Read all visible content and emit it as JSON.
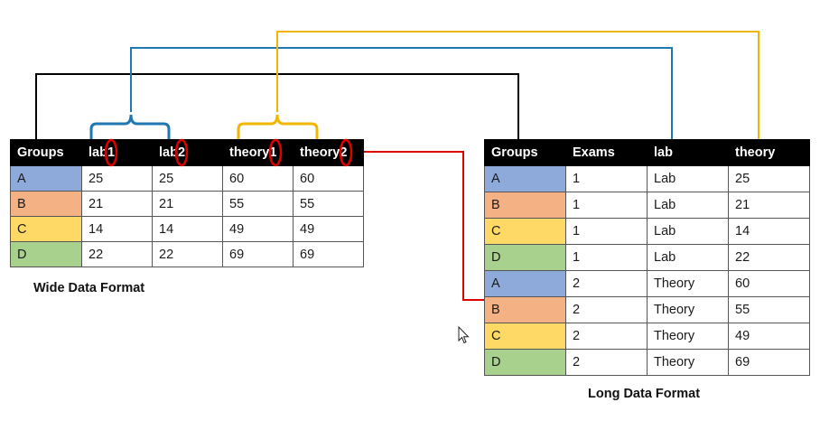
{
  "wide_table": {
    "headers": [
      "Groups",
      "lab1",
      "lab2",
      "theory1",
      "theory2"
    ],
    "rows": [
      [
        "A",
        "25",
        "25",
        "60",
        "60"
      ],
      [
        "B",
        "21",
        "21",
        "55",
        "55"
      ],
      [
        "C",
        "14",
        "14",
        "49",
        "49"
      ],
      [
        "D",
        "22",
        "22",
        "69",
        "69"
      ]
    ],
    "caption": "Wide Data Format"
  },
  "long_table": {
    "headers": [
      "Groups",
      "Exams",
      "lab",
      "theory"
    ],
    "rows": [
      [
        "A",
        "1",
        "Lab",
        "25"
      ],
      [
        "B",
        "1",
        "Lab",
        "21"
      ],
      [
        "C",
        "1",
        "Lab",
        "14"
      ],
      [
        "D",
        "1",
        "Lab",
        "22"
      ],
      [
        "A",
        "2",
        "Theory",
        "60"
      ],
      [
        "B",
        "2",
        "Theory",
        "55"
      ],
      [
        "C",
        "2",
        "Theory",
        "49"
      ],
      [
        "D",
        "2",
        "Theory",
        "69"
      ]
    ],
    "caption": "Long Data Format"
  },
  "colors": {
    "group_A": "#8eaadb",
    "group_B": "#f4b183",
    "group_C": "#ffd966",
    "group_D": "#a9d18e",
    "header_bg": "#000000",
    "connector_groups": "#000000",
    "connector_lab": "#1f78b4",
    "connector_theory": "#f2b600",
    "connector_exams": "#e00000",
    "suffix_highlight": "#e00000"
  },
  "icons": [
    "mouse-cursor-icon"
  ]
}
